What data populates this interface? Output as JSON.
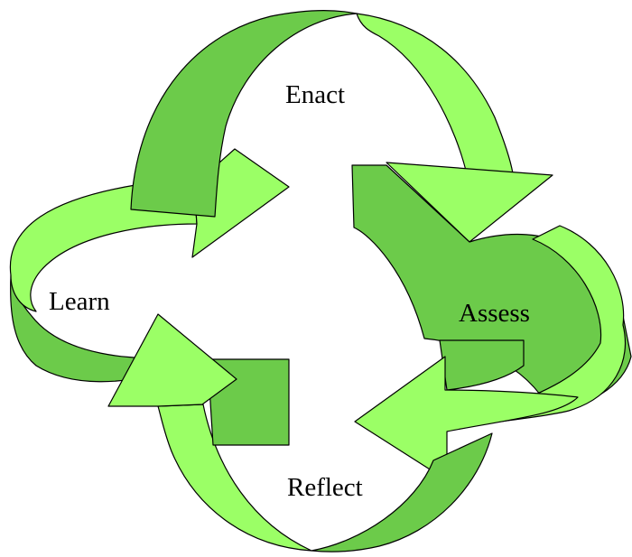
{
  "diagram": {
    "stages": [
      {
        "id": "enact",
        "label": "Enact"
      },
      {
        "id": "assess",
        "label": "Assess"
      },
      {
        "id": "reflect",
        "label": "Reflect"
      },
      {
        "id": "learn",
        "label": "Learn"
      }
    ]
  },
  "colors": {
    "arrow_light": "#9BFF66",
    "arrow_dark": "#6CCB4A",
    "outline": "#000000",
    "background": "#FFFFFF"
  }
}
